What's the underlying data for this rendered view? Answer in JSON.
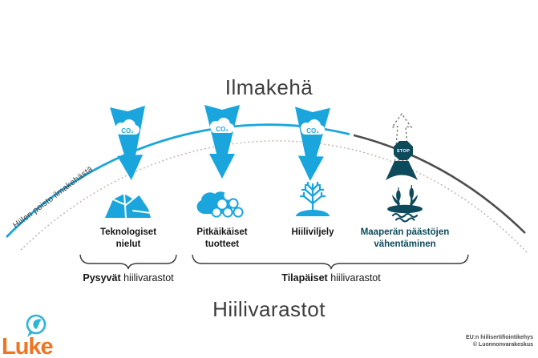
{
  "atmosphere_title": "Ilmakehä",
  "storage_title": "Hiilivarastot",
  "arc_label": "Hiilen poisto ilmakehästä",
  "co2": "CO₂",
  "stop": "STOP",
  "items": [
    {
      "icon": "rock-icon",
      "label": "Teknologiset\nnielut"
    },
    {
      "icon": "log-pile-icon",
      "label": "Pitkäikäiset\ntuotteet"
    },
    {
      "icon": "sapling-icon",
      "label": "Hiiliviljely"
    },
    {
      "icon": "cattails-icon",
      "label": "Maaperän päästöjen\nvähentäminen"
    }
  ],
  "braces": [
    {
      "bold": "Pysyvät",
      "rest": " hiilivarastot"
    },
    {
      "bold": "Tilapäiset",
      "rest": " hiilivarastot"
    }
  ],
  "logo": {
    "text": "Luke"
  },
  "footer": {
    "line1": "EU:n hiilisertifiointikehys",
    "line2": "© Luonnonvarakeskus"
  },
  "colors": {
    "blue": "#1aa6dd",
    "dark_teal": "#0d4a5c",
    "arc_gray": "#4d4d4d",
    "dotted_line": "#b5a39b",
    "logo_orange": "#ee7623",
    "text_dark": "#161616"
  }
}
